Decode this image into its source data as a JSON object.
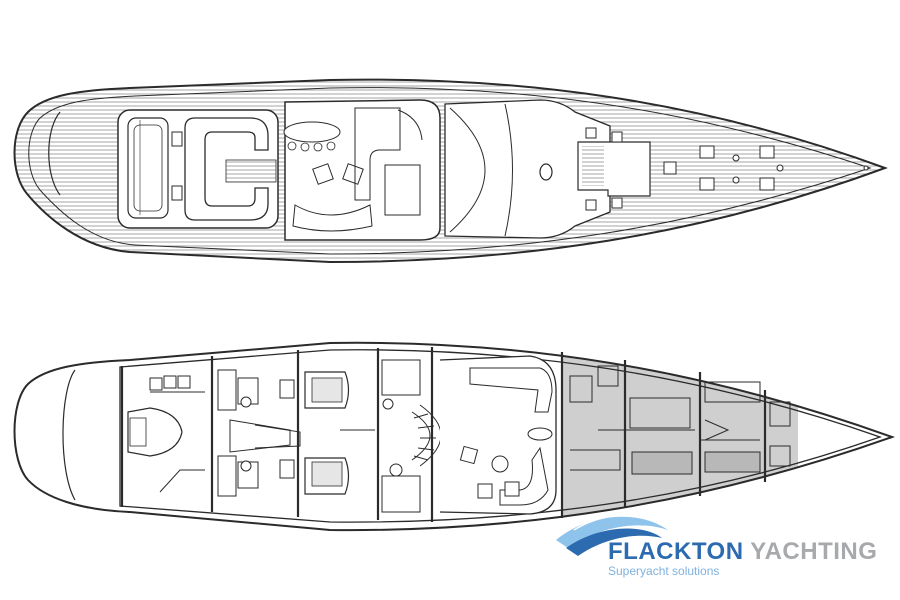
{
  "logo": {
    "brand_part1": "FLACKTON",
    "brand_part2": "YACHTING",
    "tagline": "Superyacht solutions"
  },
  "colors": {
    "line": "#2b2b2b",
    "deck_hatch": "#555555",
    "crew_area": "#cfcfcf",
    "brand_blue": "#2d6bb0",
    "brand_grey": "#a7a9ac",
    "wave_light": "#8ec3ec"
  },
  "views": [
    "deck-plan",
    "accommodation-plan"
  ]
}
